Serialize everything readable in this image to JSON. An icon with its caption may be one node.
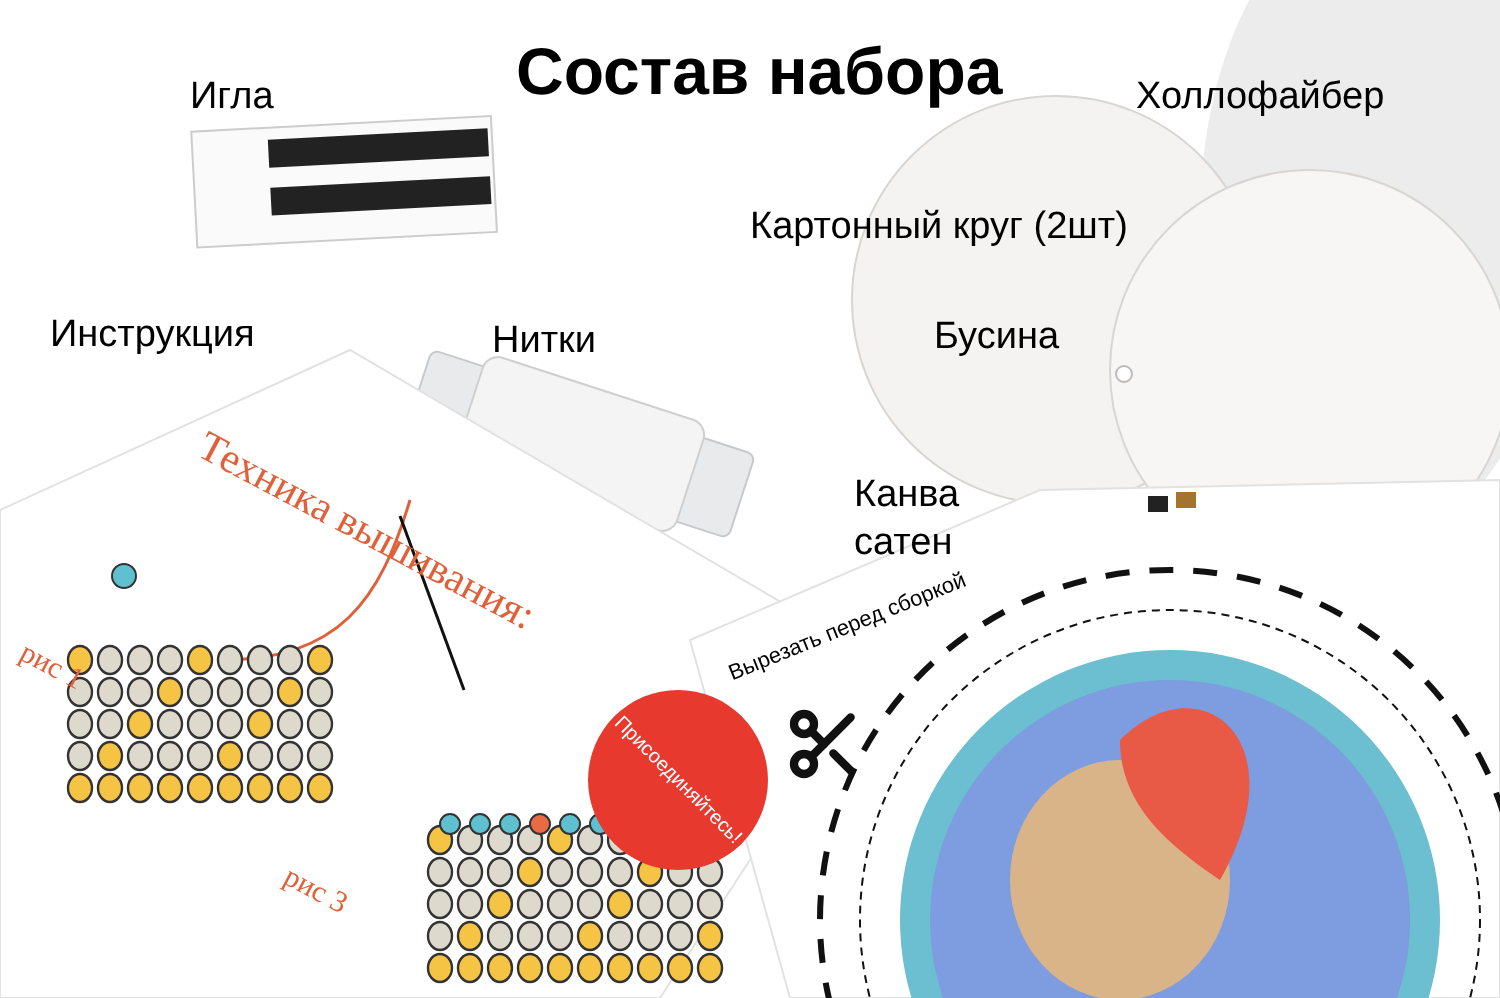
{
  "diagram": {
    "title": "Состав набора",
    "labels": [
      "Игла",
      "Холлофайбер",
      "Картонный круг (2шт)",
      "Инструкция",
      "Нитки",
      "Бусина",
      "Канва сатен",
      "Техника вышивания:",
      "рис 1",
      "Присоединяйтесь!",
      "рис 3",
      "Вырезать перед сборкой"
    ]
  }
}
